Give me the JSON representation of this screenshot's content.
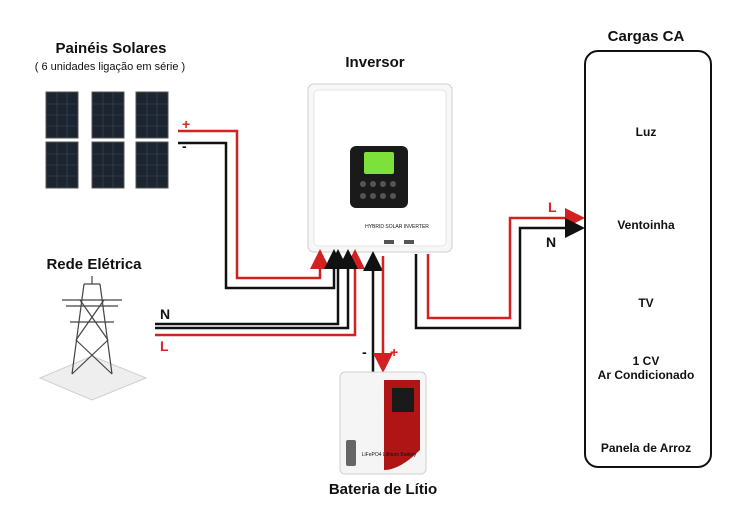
{
  "solar": {
    "title": "Painéis Solares",
    "subtitle": "( 6 unidades ligação em série )"
  },
  "inverter": {
    "title": "Inversor",
    "brand_text": "HYBRID SOLAR INVERTER"
  },
  "grid": {
    "title": "Rede Elétrica"
  },
  "battery": {
    "title": "Bateria de Lítio",
    "label_text": "LiFePO4 Lithium Battery"
  },
  "loads": {
    "title": "Cargas CA",
    "items": [
      {
        "label": "Luz"
      },
      {
        "label": "Ventoinha"
      },
      {
        "label": "TV"
      },
      {
        "label": "1 CV"
      },
      {
        "label": "Ar Condicionado"
      },
      {
        "label": "Panela de Arroz"
      }
    ]
  },
  "wires": {
    "solar_pos": "+",
    "solar_neg": "-",
    "grid_n": "N",
    "grid_l": "L",
    "bat_neg": "-",
    "bat_pos": "+",
    "out_l": "L",
    "out_n": "N"
  },
  "colors": {
    "positive_line": "#d32020",
    "negative_line": "#111111",
    "panel": "#1c2430",
    "lcd": "#7ee03a"
  }
}
